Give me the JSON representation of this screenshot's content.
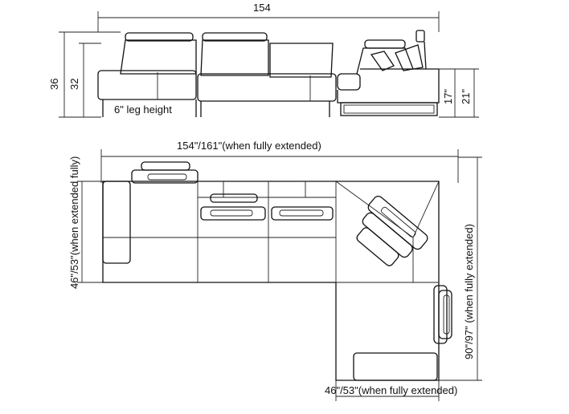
{
  "dimensions": {
    "front_width": "154",
    "front_total_height": "36",
    "front_back_height": "32",
    "leg_height": "6\" leg height",
    "chaise_seat_height": "17\"",
    "chaise_total_height": "21\"",
    "plan_width": "154\"/161\"(when fully extended)",
    "plan_depth": "46\"/53\"(when extended fully)",
    "chaise_length": "90\"/97\" (when fully extended)",
    "chaise_width": "46\"/53\"(when fully extended)"
  }
}
